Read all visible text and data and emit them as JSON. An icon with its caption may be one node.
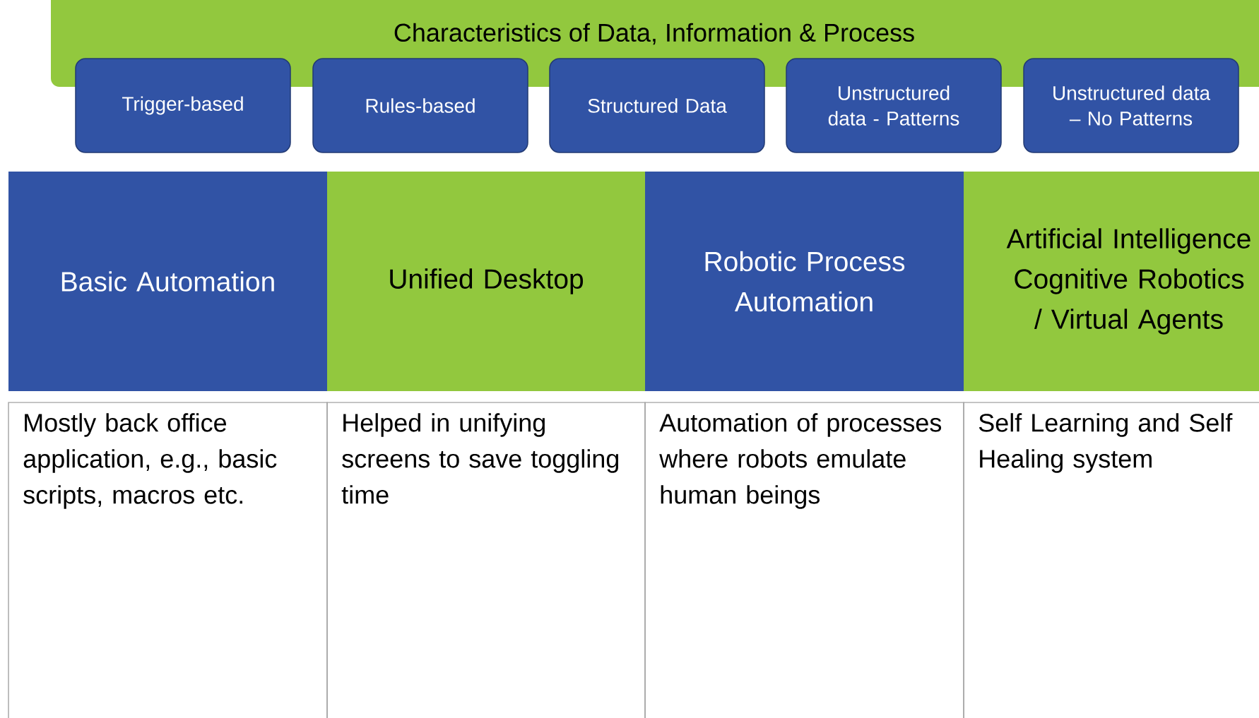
{
  "diagram": {
    "nodes": [
      {
        "text": [
          "Characteristics of Data, Information & Process"
        ]
      },
      {
        "text": [
          "Trigger-based"
        ]
      },
      {
        "text": [
          "Rules-based"
        ]
      },
      {
        "text": [
          "Structured Data"
        ]
      },
      {
        "text": [
          "Unstructured data - Patterns"
        ]
      },
      {
        "text": [
          "Unstructured data – No Patterns"
        ]
      },
      {
        "text": [
          "Basic Automation"
        ]
      },
      {
        "text": [
          "Unified Desktop"
        ]
      },
      {
        "text": [
          "Robotic Process Automation"
        ]
      },
      {
        "text": [
          "Artificial Intelligence Cognitive Robotics / Virtual Agents"
        ]
      },
      {
        "text": [
          "Mostly back office application, e.g., basic scripts, macros etc."
        ]
      },
      {
        "text": [
          "Helped in unifying screens to save toggling time"
        ]
      },
      {
        "text": [
          "Automation of processes where robots emulate human beings"
        ]
      },
      {
        "text": [
          "Self Learning and Self Healing system"
        ]
      }
    ]
  }
}
